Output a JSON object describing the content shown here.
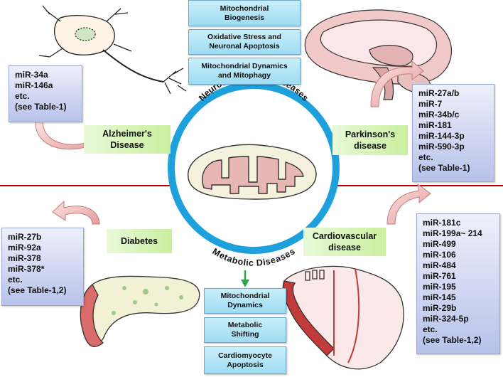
{
  "top_boxes": [
    {
      "lines": [
        "Mitochondrial",
        "Biogenesis"
      ]
    },
    {
      "lines": [
        "Oxidative Stress and",
        "Neuronal Apoptosis"
      ]
    },
    {
      "lines": [
        "Mitochondrial Dynamics",
        "and Mitophagy"
      ]
    }
  ],
  "bottom_boxes": [
    {
      "lines": [
        "Mitochondrial",
        "Dynamics"
      ]
    },
    {
      "lines": [
        "Metabolic",
        "Shifting"
      ]
    },
    {
      "lines": [
        "Cardiomyocyte",
        "Apoptosis"
      ]
    }
  ],
  "diseases": {
    "alzheimers": {
      "lines": [
        "Alzheimer's",
        "Disease"
      ]
    },
    "parkinsons": {
      "lines": [
        "Parkinson's",
        "disease"
      ]
    },
    "diabetes": {
      "lines": [
        "Diabetes"
      ]
    },
    "cardiovascular": {
      "lines": [
        "Cardiovascular",
        "disease"
      ]
    }
  },
  "mirna_lists": {
    "alzheimers": [
      "miR-34a",
      "miR-146a",
      "etc.",
      "(see Table-1)"
    ],
    "parkinsons": [
      "miR-27a/b",
      "miR-7",
      "miR-34b/c",
      "miR-181",
      "miR-144-3p",
      "miR-590-3p",
      "etc.",
      "(see Table-1)"
    ],
    "diabetes": [
      "miR-27b",
      "miR-92a",
      "miR-378",
      "miR-378*",
      "etc.",
      "(see Table-1,2)"
    ],
    "cardiovascular": [
      "miR-181c",
      "miR-199a~ 214",
      "miR-499",
      "miR-106",
      "miR-484",
      "miR-761",
      "miR-195",
      "miR-145",
      "miR-29b",
      "miR-324-5p",
      "etc.",
      "(see Table-1,2)"
    ]
  },
  "center": {
    "upper_label": "Neurodegenrative diseases",
    "lower_label": "Metabolic Diseases"
  },
  "colors": {
    "ring": "#1ea0dc",
    "divider": "#c00000",
    "arrow_green": "#2aa84a",
    "curved_arrow": "#e8a0a0"
  }
}
